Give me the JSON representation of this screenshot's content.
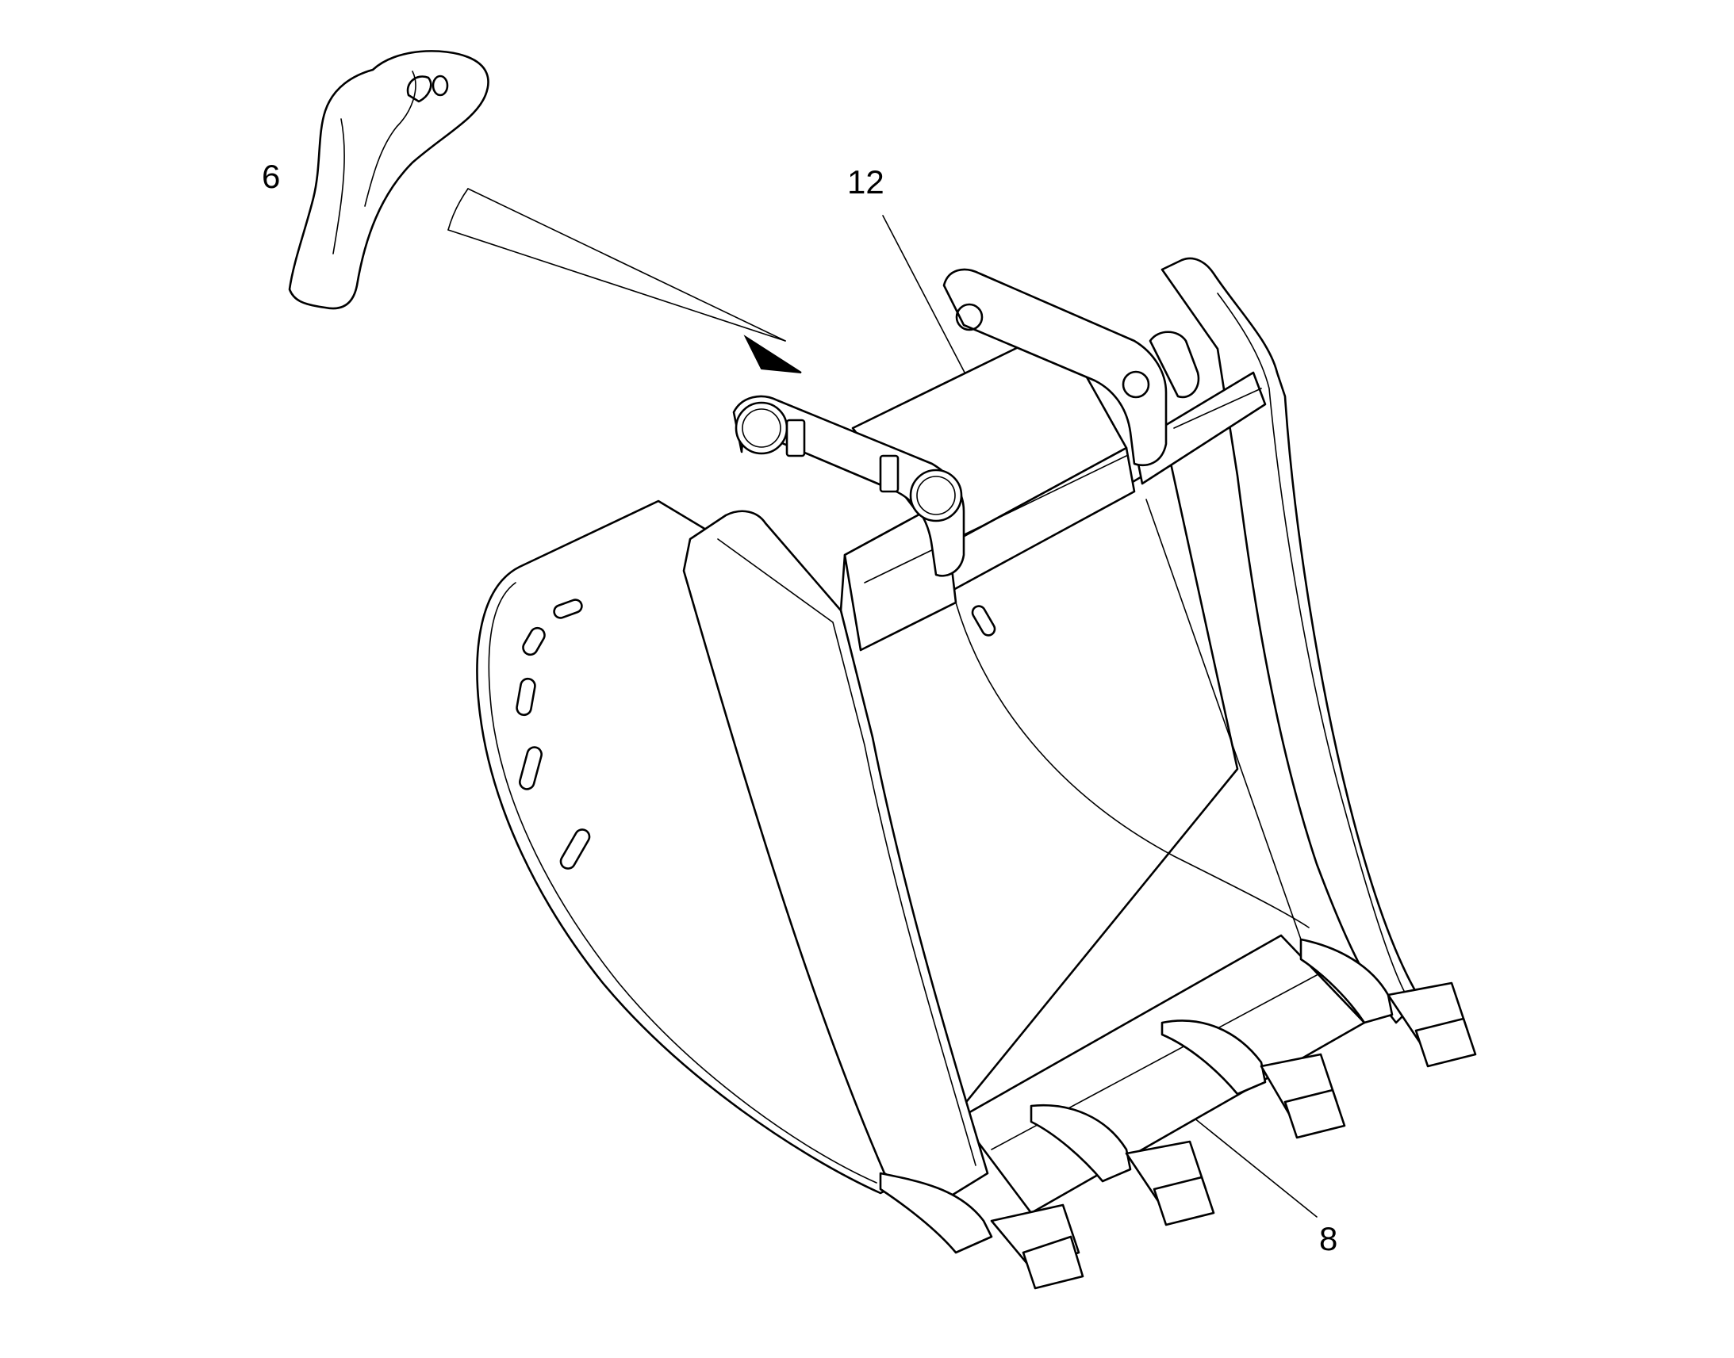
{
  "diagram": {
    "callouts": [
      {
        "id": "callout-6",
        "label": "6"
      },
      {
        "id": "callout-12",
        "label": "12"
      },
      {
        "id": "callout-8",
        "label": "8"
      }
    ]
  },
  "colors": {
    "line": "#000000",
    "background": "#ffffff"
  }
}
